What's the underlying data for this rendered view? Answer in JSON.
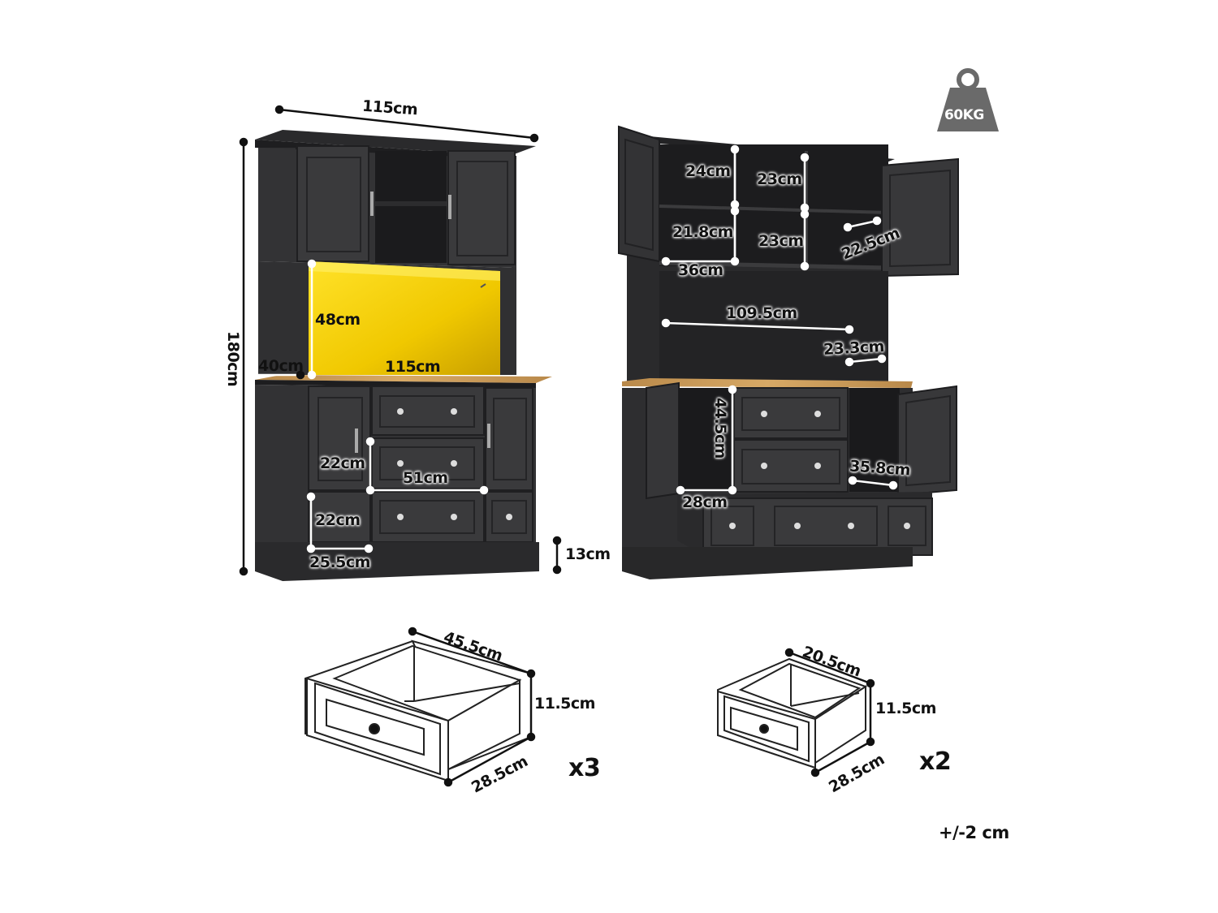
{
  "weight_badge": {
    "text": "60KG",
    "icon": "weight-icon"
  },
  "tolerance": "+/-2 cm",
  "left_cabinet": {
    "top_width": "115cm",
    "height": "180cm",
    "shelf_height": "48cm",
    "depth": "40cm",
    "counter_width": "115cm",
    "drawer_height": "22cm",
    "drawer_width": "51cm",
    "small_drawer_height": "22cm",
    "small_drawer_width": "25.5cm",
    "plinth_height": "13cm"
  },
  "right_cabinet": {
    "cube_top_left": "24cm",
    "cube_top_mid": "23cm",
    "cube_mid_left": "21.8cm",
    "cube_mid_mid": "23cm",
    "cube_mid_right": "22.5cm",
    "cube_width": "36cm",
    "open_width": "109.5cm",
    "open_depth": "23.3cm",
    "cupboard_height": "44.5cm",
    "cupboard_depth": "35.8cm",
    "cupboard_width": "28cm"
  },
  "large_drawer": {
    "width": "45.5cm",
    "height": "11.5cm",
    "depth": "28.5cm",
    "qty": "x3"
  },
  "small_drawer": {
    "width": "20.5cm",
    "height": "11.5cm",
    "depth": "28.5cm",
    "qty": "x2"
  },
  "colors": {
    "cabinet": "#2c2c2e",
    "panel": "#383839",
    "wood": "#c99a55",
    "led": "#f5d20a"
  }
}
